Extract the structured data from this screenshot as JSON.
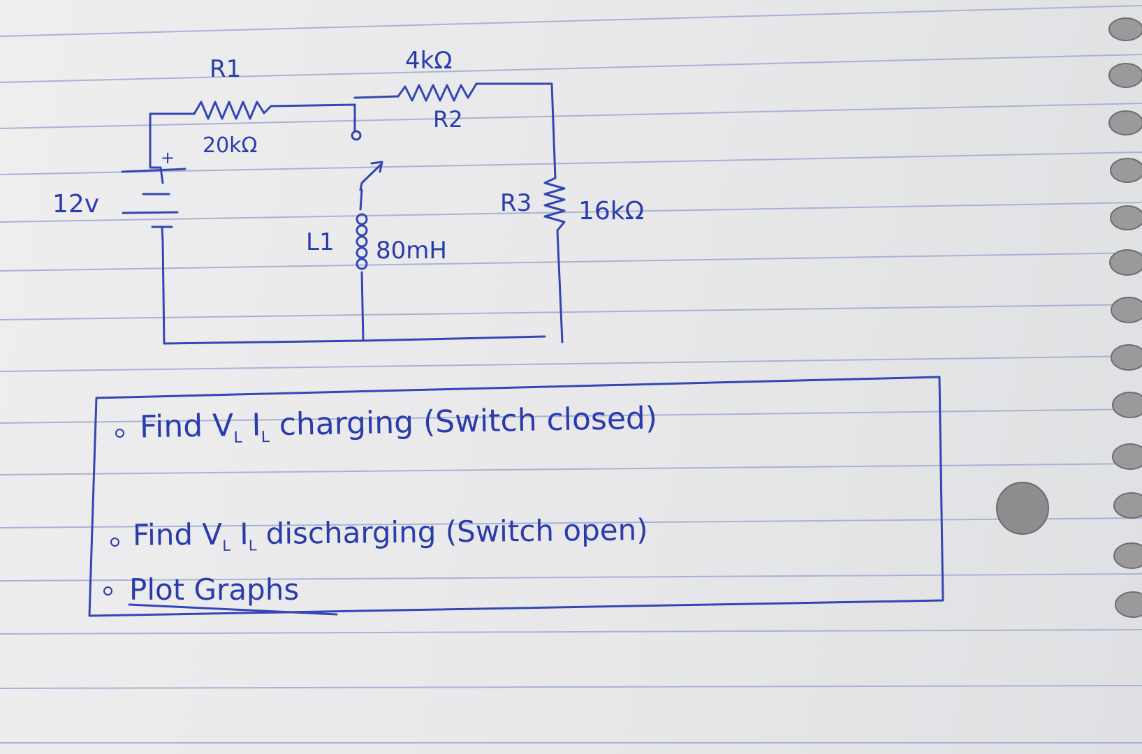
{
  "circuit": {
    "source_label": "12v",
    "source_plus": "+",
    "r1": {
      "name": "R1",
      "value": "20kΩ"
    },
    "r2": {
      "name": "R2",
      "value": "4kΩ"
    },
    "r3": {
      "name": "R3",
      "value": "16kΩ"
    },
    "l1": {
      "name": "L1",
      "value": "80mH"
    }
  },
  "tasks": [
    {
      "text": "Find V",
      "sub_v": "L",
      "mid": " I",
      "sub_i": "L",
      "rest": " charging (Switch closed)"
    },
    {
      "text": "Find V",
      "sub_v": "L",
      "mid": " I",
      "sub_i": "L",
      "rest": " discharging (Switch open)"
    },
    {
      "text": "Plot Graphs"
    }
  ],
  "colors": {
    "ink": "#2a3cab",
    "paper": "#ececed",
    "rule": "#9aa9cf"
  }
}
